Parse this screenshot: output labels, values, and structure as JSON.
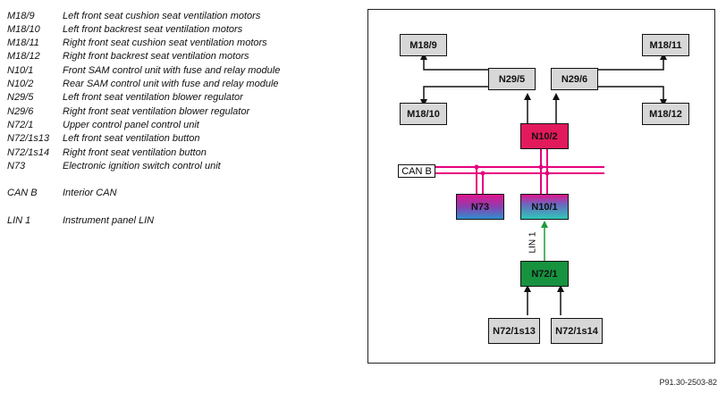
{
  "legend": [
    {
      "code": "M18/9",
      "desc": "Left front seat cushion seat ventilation motors"
    },
    {
      "code": "M18/10",
      "desc": "Left front backrest seat ventilation motors"
    },
    {
      "code": "M18/11",
      "desc": "Right front seat cushion seat ventilation motors"
    },
    {
      "code": "M18/12",
      "desc": "Right front backrest seat ventilation motors"
    },
    {
      "code": "N10/1",
      "desc": "Front SAM control unit with fuse and relay module"
    },
    {
      "code": "N10/2",
      "desc": "Rear SAM control unit with fuse and relay module"
    },
    {
      "code": "N29/5",
      "desc": "Left front seat ventilation blower regulator"
    },
    {
      "code": "N29/6",
      "desc": "Right front seat ventilation blower regulator"
    },
    {
      "code": "N72/1",
      "desc": "Upper control panel control unit"
    },
    {
      "code": "N72/1s13",
      "desc": "Left front seat ventilation button"
    },
    {
      "code": "N72/1s14",
      "desc": "Right front seat ventilation button"
    },
    {
      "code": "N73",
      "desc": "Electronic ignition switch control unit"
    }
  ],
  "bus_legend": [
    {
      "code": "CAN B",
      "desc": "Interior CAN"
    },
    {
      "code": "LIN 1",
      "desc": "Instrument panel LIN"
    }
  ],
  "diagram": {
    "m18_9": "M18/9",
    "m18_11": "M18/11",
    "n29_5": "N29/5",
    "n29_6": "N29/6",
    "m18_10": "M18/10",
    "m18_12": "M18/12",
    "n10_2": "N10/2",
    "can_b": "CAN B",
    "n73": "N73",
    "n10_1": "N10/1",
    "lin_1": "LIN 1",
    "n72_1": "N72/1",
    "n72_1s13": "N72/1s13",
    "n72_1s14": "N72/1s14"
  },
  "colors": {
    "can_bus": "#e6007e",
    "lin_bus": "#1f9a3a",
    "wire": "#111111"
  },
  "reference": "P91.30-2503-82"
}
